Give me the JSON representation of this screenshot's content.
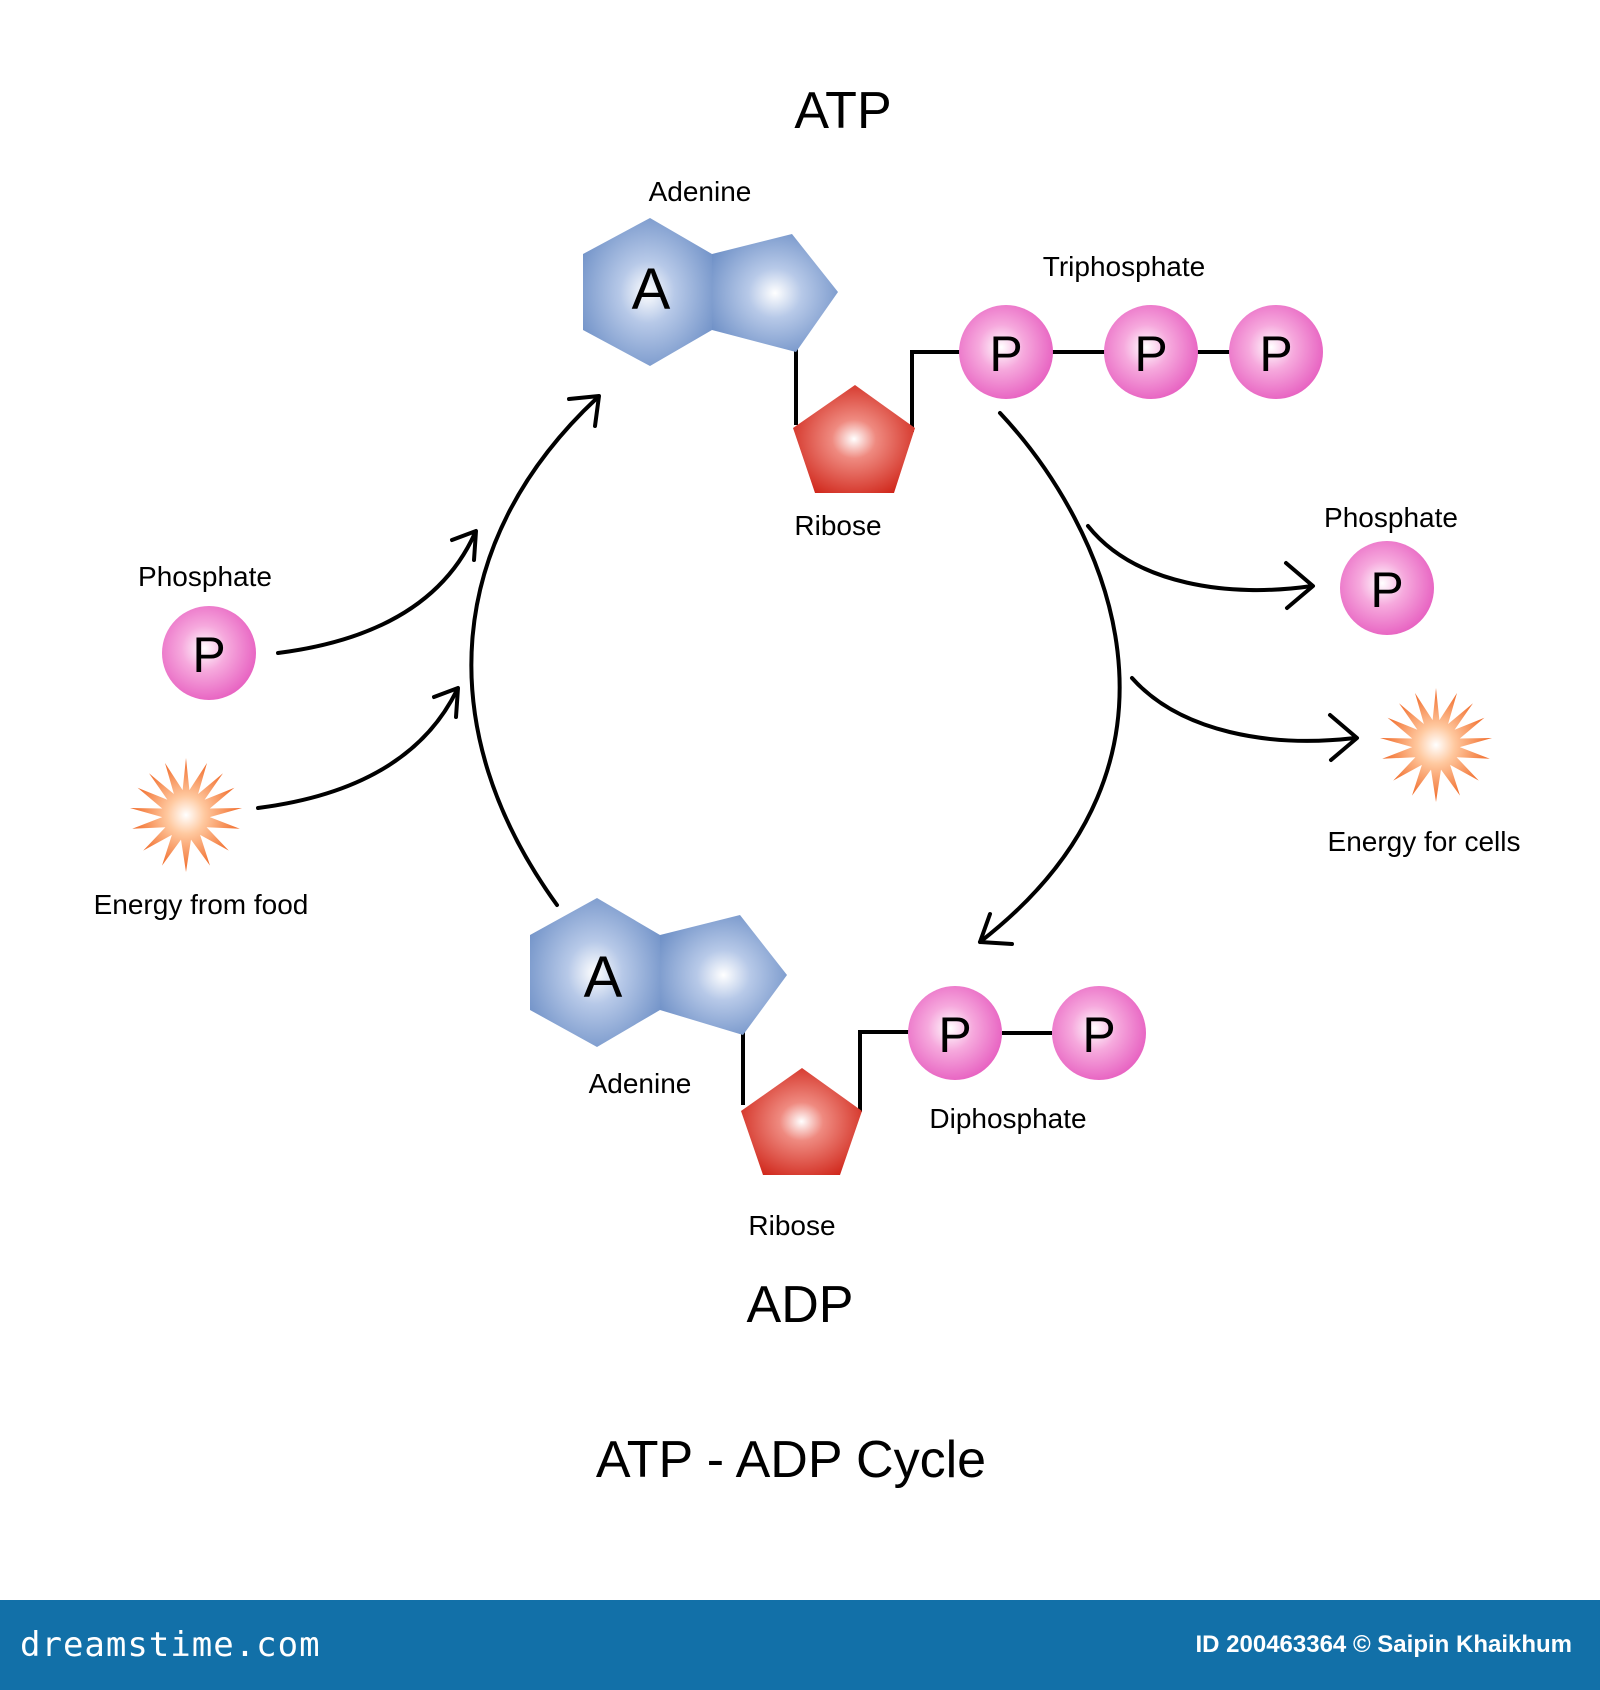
{
  "title": "ATP - ADP Cycle",
  "atp": {
    "heading": "ATP",
    "adenine_label": "Adenine",
    "adenine_letter": "A",
    "ribose_label": "Ribose",
    "phosphate_group_label": "Triphosphate",
    "phosphate_letters": [
      "P",
      "P",
      "P"
    ]
  },
  "adp": {
    "heading": "ADP",
    "adenine_label": "Adenine",
    "adenine_letter": "A",
    "ribose_label": "Ribose",
    "phosphate_group_label": "Diphosphate",
    "phosphate_letters": [
      "P",
      "P"
    ]
  },
  "inputs": {
    "phosphate_label": "Phosphate",
    "phosphate_letter": "P",
    "energy_label": "Energy from food"
  },
  "outputs": {
    "phosphate_label": "Phosphate",
    "phosphate_letter": "P",
    "energy_label": "Energy for cells"
  },
  "footer": {
    "brand": "dreamstime.com",
    "credit": "ID 200463364 © Saipin Khaikhum"
  },
  "colors": {
    "adenine": "#7f9fcf",
    "ribose": "#d42d22",
    "phosphate": "#ee6cc8",
    "energy": "#f26a1b",
    "footer": "#1270a8"
  }
}
